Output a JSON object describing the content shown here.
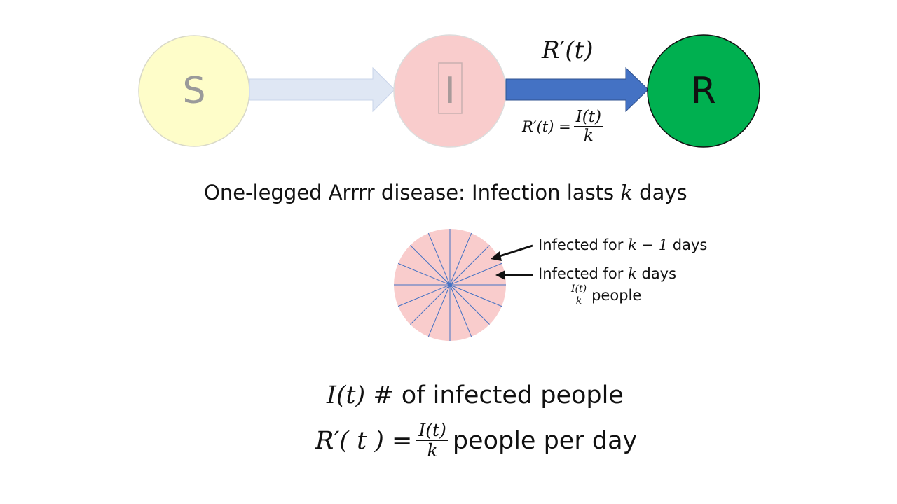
{
  "colors": {
    "s_fill": "#fefdc9",
    "i_fill": "#f9cccc",
    "r_fill": "#00b050",
    "arrow_faded": "#dfe7f4",
    "arrow_strong": "#4472c4",
    "pie_fill": "#f9cccc",
    "pie_lines": "#4472c4"
  },
  "nodes": {
    "s": "S",
    "i": "I",
    "r": "R"
  },
  "arrow_label": {
    "r": "R",
    "prime": "′",
    "t": "(t)"
  },
  "formula_small": {
    "lhs": "R′(t) =",
    "num": "I(t)",
    "den": "k"
  },
  "subtitle": {
    "before": "One-legged Arrrr disease: Infection lasts ",
    "var": "k",
    "after": " days"
  },
  "pie": {
    "slices": 16,
    "label1": {
      "text": "Infected for ",
      "var": "k − 1",
      "after": " days"
    },
    "label2": {
      "text": "Infected for ",
      "var": "k",
      "after": " days"
    },
    "label3": {
      "num": "I(t)",
      "den": "k",
      "after": " people"
    }
  },
  "bottom": {
    "line1_var": "I(t)",
    "line1_text": " # of infected people",
    "line2_lhs": "R′( t ) =",
    "line2_num": "I(t)",
    "line2_den": "k",
    "line2_after": " people per day"
  }
}
